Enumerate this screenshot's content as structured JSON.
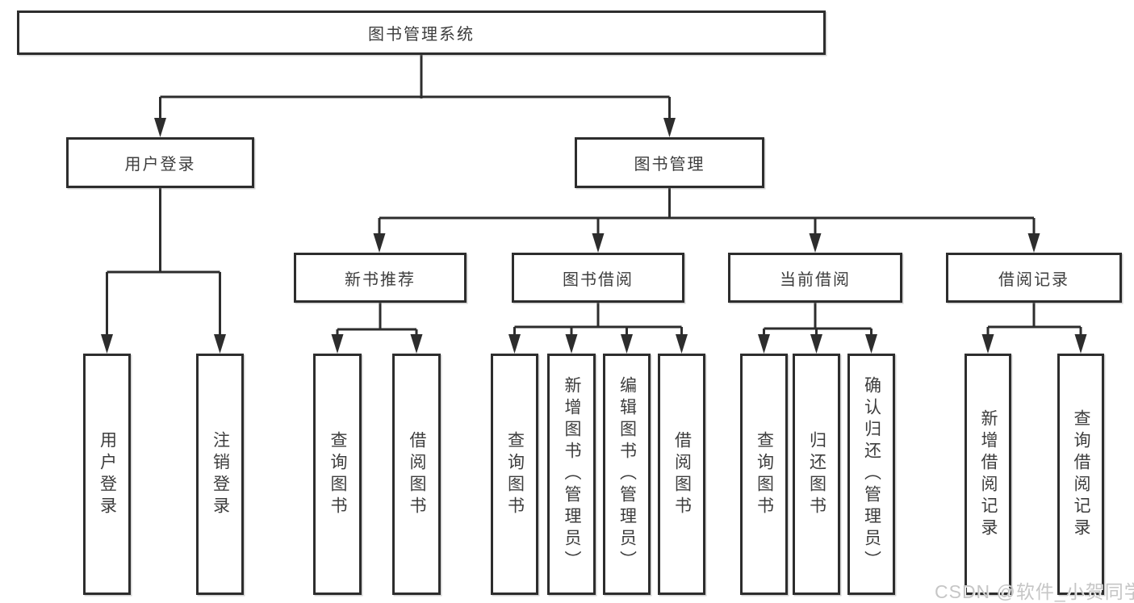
{
  "tree": {
    "root": "图书管理系统",
    "branches": [
      {
        "label": "用户登录",
        "children": [
          "用户登录",
          "注销登录"
        ]
      },
      {
        "label": "图书管理",
        "groups": [
          {
            "label": "新书推荐",
            "children": [
              "查询图书",
              "借阅图书"
            ]
          },
          {
            "label": "图书借阅",
            "children": [
              "查询图书",
              "新增图书（管理员）",
              "编辑图书（管理员）",
              "借阅图书"
            ]
          },
          {
            "label": "当前借阅",
            "children": [
              "查询图书",
              "归还图书",
              "确认归还（管理员）"
            ]
          },
          {
            "label": "借阅记录",
            "children": [
              "新增借阅记录",
              "查询借阅记录"
            ]
          }
        ]
      }
    ]
  },
  "watermark": "CSDN @软件_小贺同学",
  "colors": {
    "line": "#2d2d2d",
    "text": "#3d3d3d",
    "watermark": "#c6c6c6",
    "background": "#ffffff"
  }
}
